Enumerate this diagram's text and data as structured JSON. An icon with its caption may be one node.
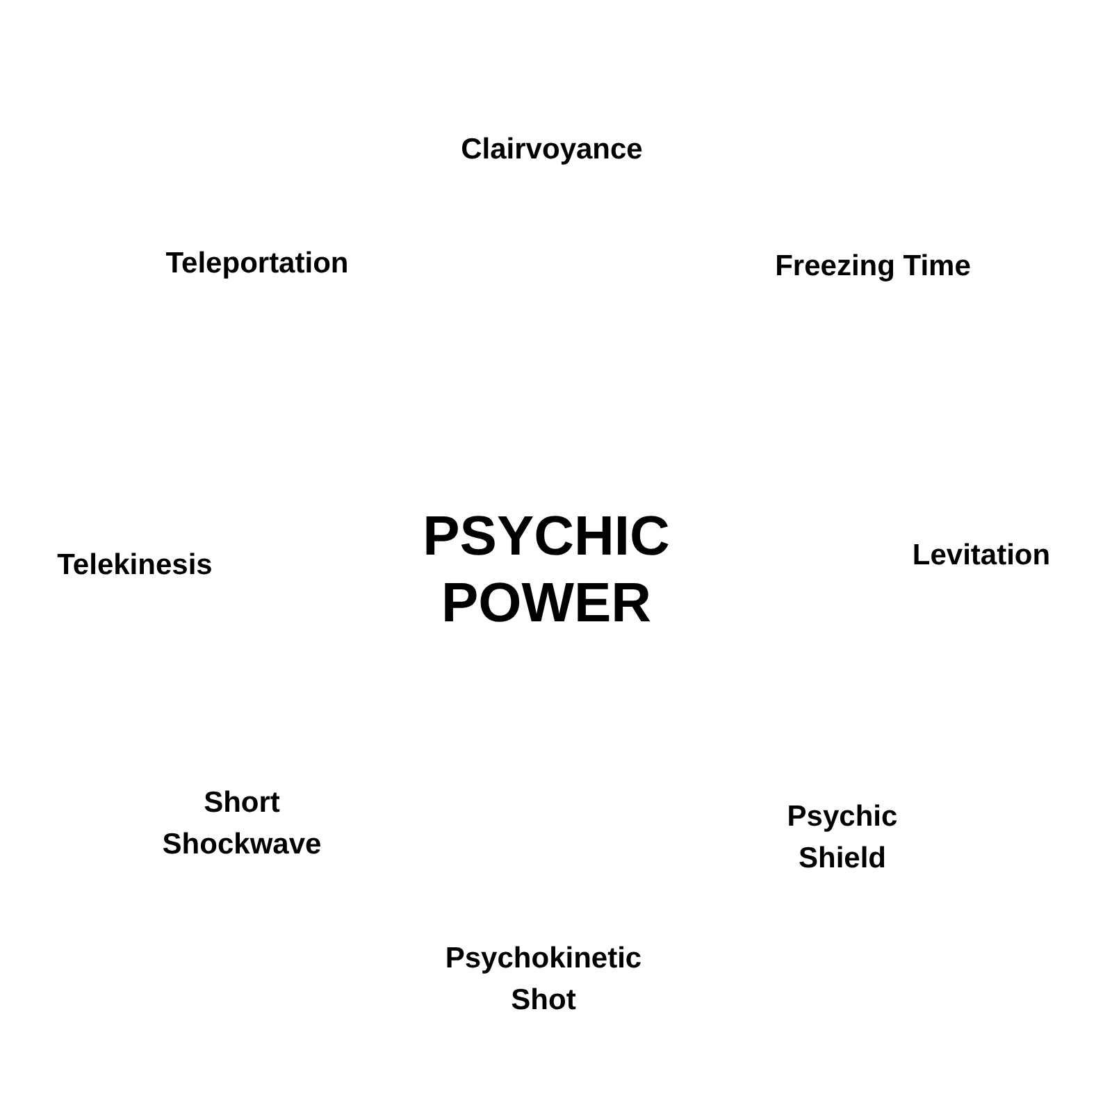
{
  "diagram": {
    "title": "PSYCHIC POWER",
    "labels": [
      "Clairvoyance",
      "Teleportation",
      "Freezing Time",
      "Telekinesis",
      "Levitation",
      "Short Shockwave",
      "Psychic Shield",
      "Psychokinetic Shot"
    ]
  }
}
